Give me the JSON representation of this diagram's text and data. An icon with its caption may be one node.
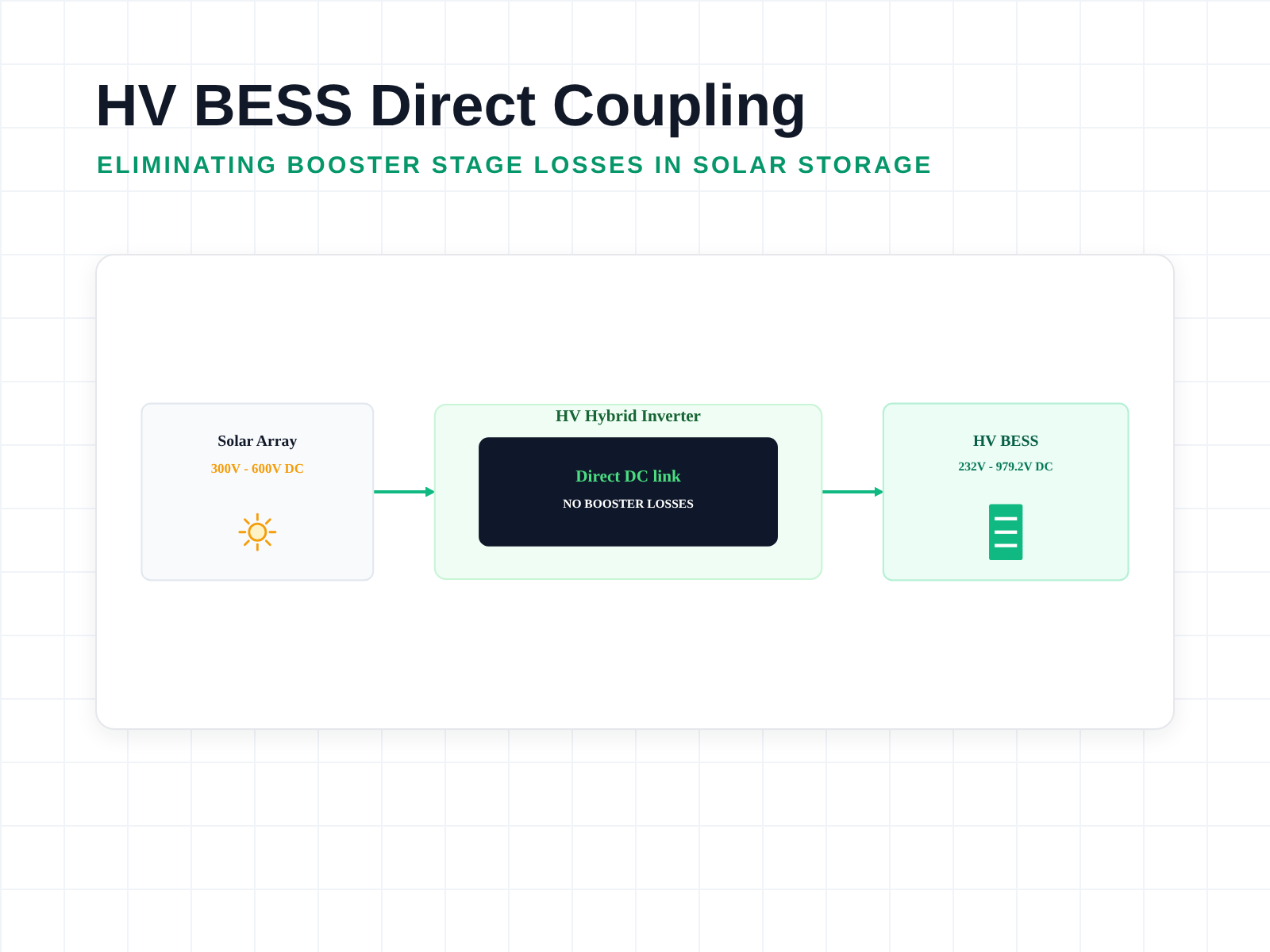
{
  "diagram": {
    "title": "HV BESS Direct Coupling",
    "nodes": [
      {
        "text": [
          "Solar Array",
          "300V - 600V DC"
        ]
      },
      {
        "text": [
          "HV Hybrid Inverter"
        ]
      },
      {
        "text": [
          "Direct DC link",
          "NO BOOSTER LOSSES"
        ],
        "in": 1
      },
      {
        "text": [
          "HV BESS",
          "232V - 979.2V DC"
        ]
      }
    ],
    "edges": [
      {
        "from": 0,
        "to": 1,
        "arrow": "to"
      },
      {
        "from": 1,
        "to": 3,
        "arrow": "to"
      }
    ],
    "labels": [
      "ELIMINATING BOOSTER STAGE LOSSES IN SOLAR STORAGE"
    ]
  }
}
